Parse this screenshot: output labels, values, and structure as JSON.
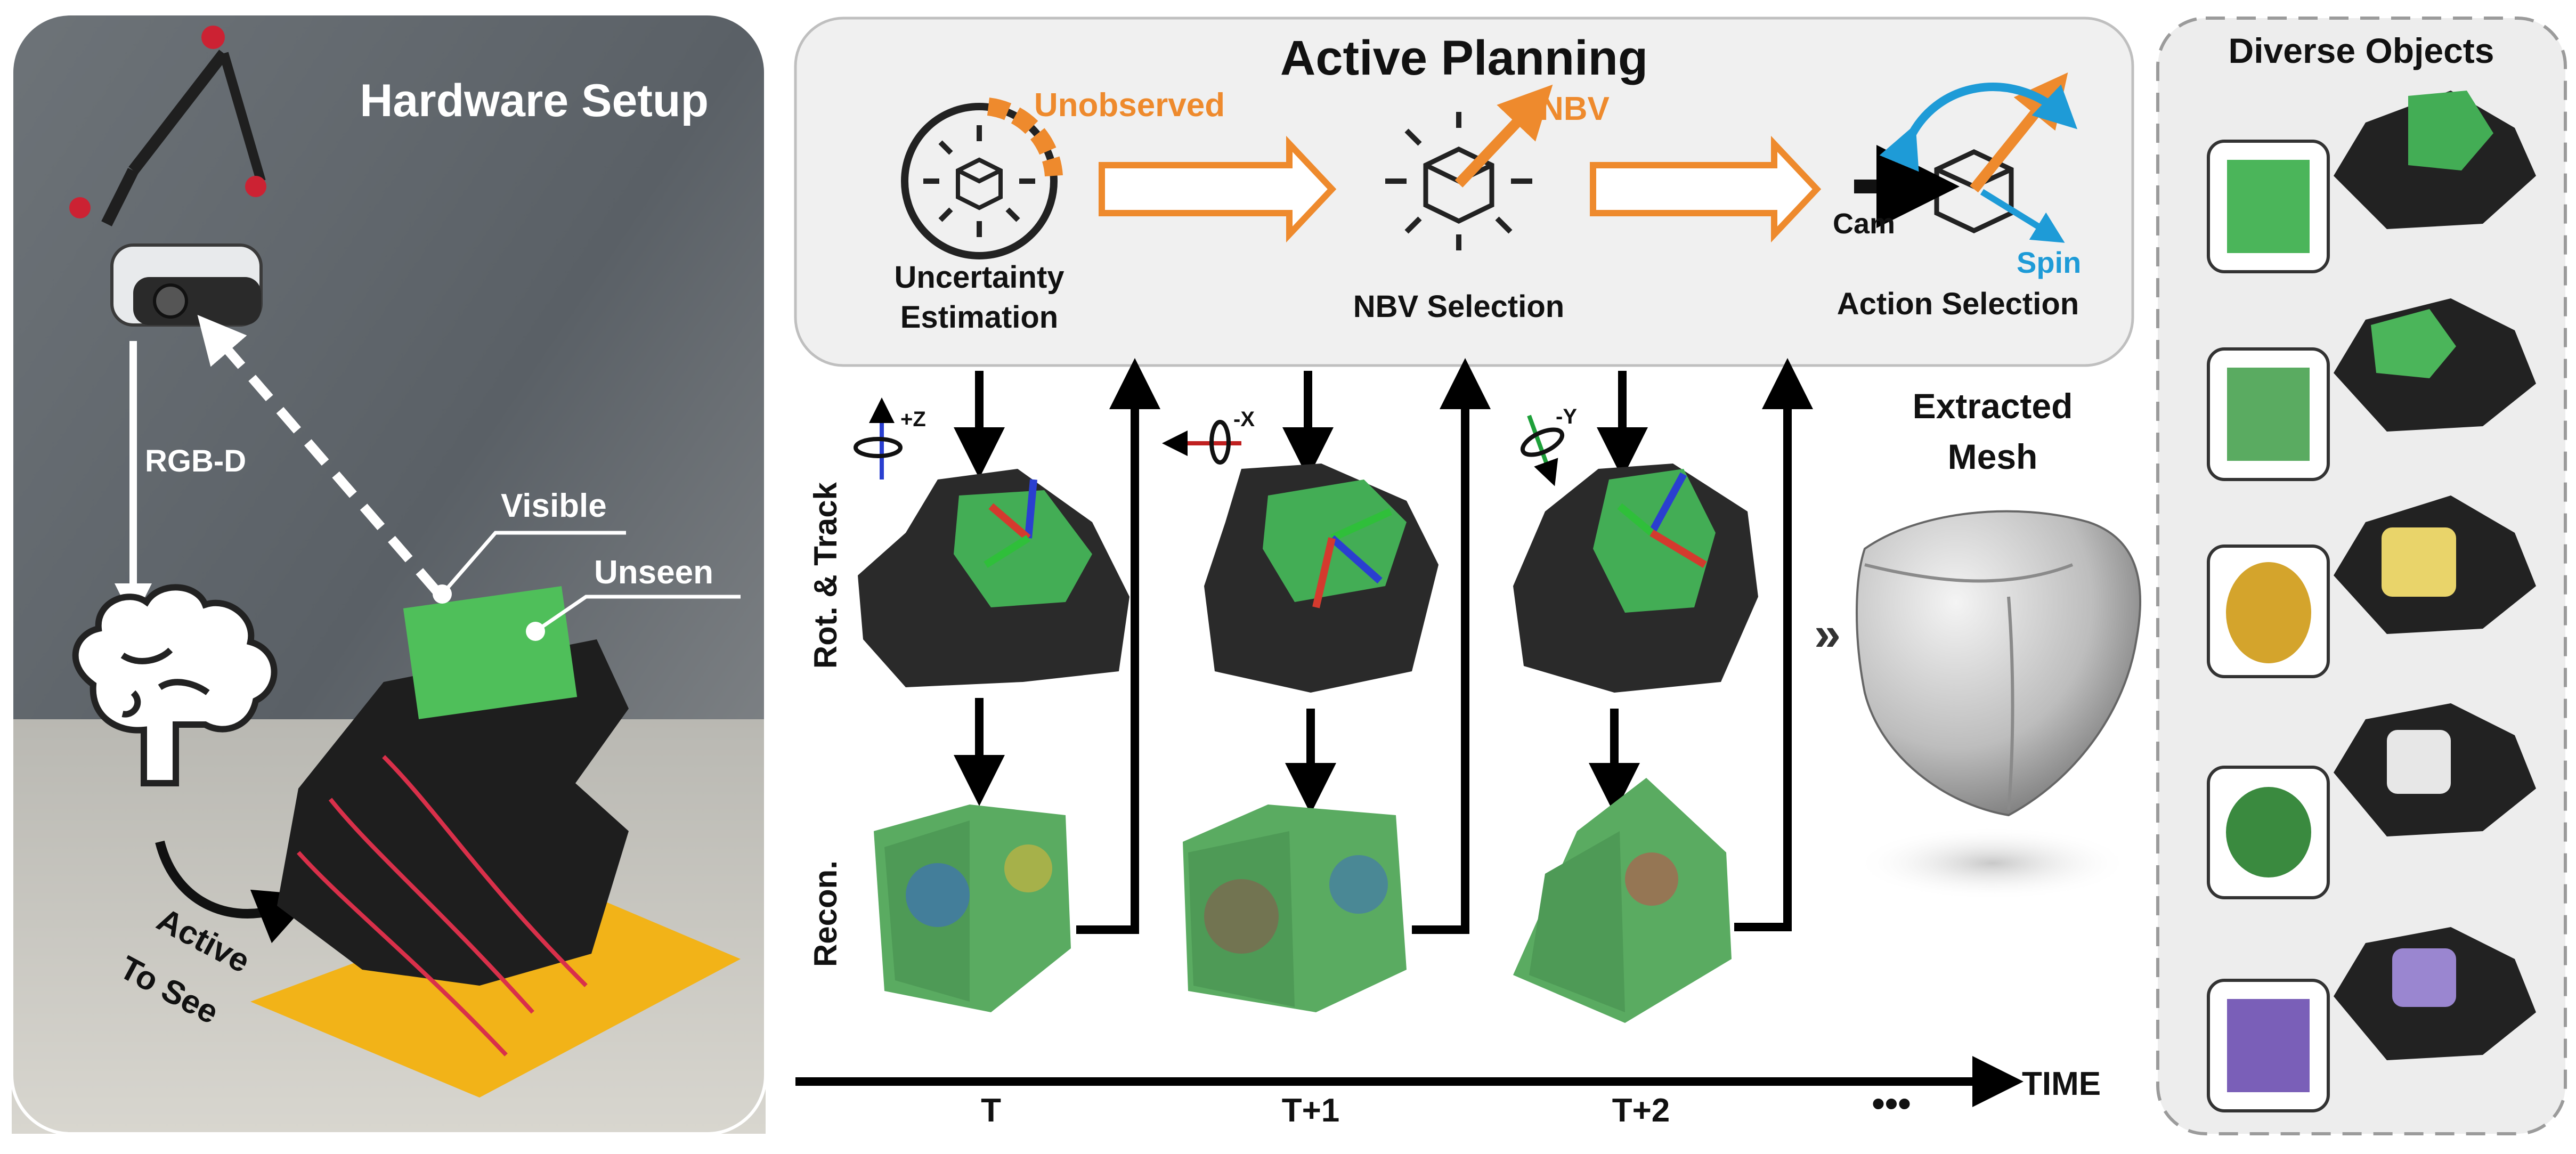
{
  "hardware": {
    "title": "Hardware Setup",
    "rgbd": "RGB-D",
    "visible": "Visible",
    "unseen": "Unseen",
    "active_line1": "Active",
    "active_line2": "To See"
  },
  "planning": {
    "title": "Active Planning",
    "unobserved": "Unobserved",
    "nbv": "NBV",
    "cam": "Cam",
    "spin": "Spin",
    "stage1_line1": "Uncertainty",
    "stage1_line2": "Estimation",
    "stage2": "NBV Selection",
    "stage3": "Action Selection"
  },
  "rows": {
    "rot_track": "Rot. & Track",
    "recon": "Recon."
  },
  "axes": {
    "a1": "+Z",
    "a2": "-X",
    "a3": "-Y"
  },
  "mesh": {
    "line1": "Extracted",
    "line2": "Mesh"
  },
  "timeline": {
    "t0": "T",
    "t1": "T+1",
    "t2": "T+2",
    "ellipsis": "•••",
    "label": "TIME"
  },
  "diverse": {
    "title": "Diverse Objects"
  },
  "colors": {
    "orange": "#ee8a2d",
    "blue": "#1e9bd7",
    "red": "#d43a2e",
    "green": "#2fbf3a",
    "axis_blue": "#2a3fd0",
    "panel_gray": "#f0f0f0"
  }
}
